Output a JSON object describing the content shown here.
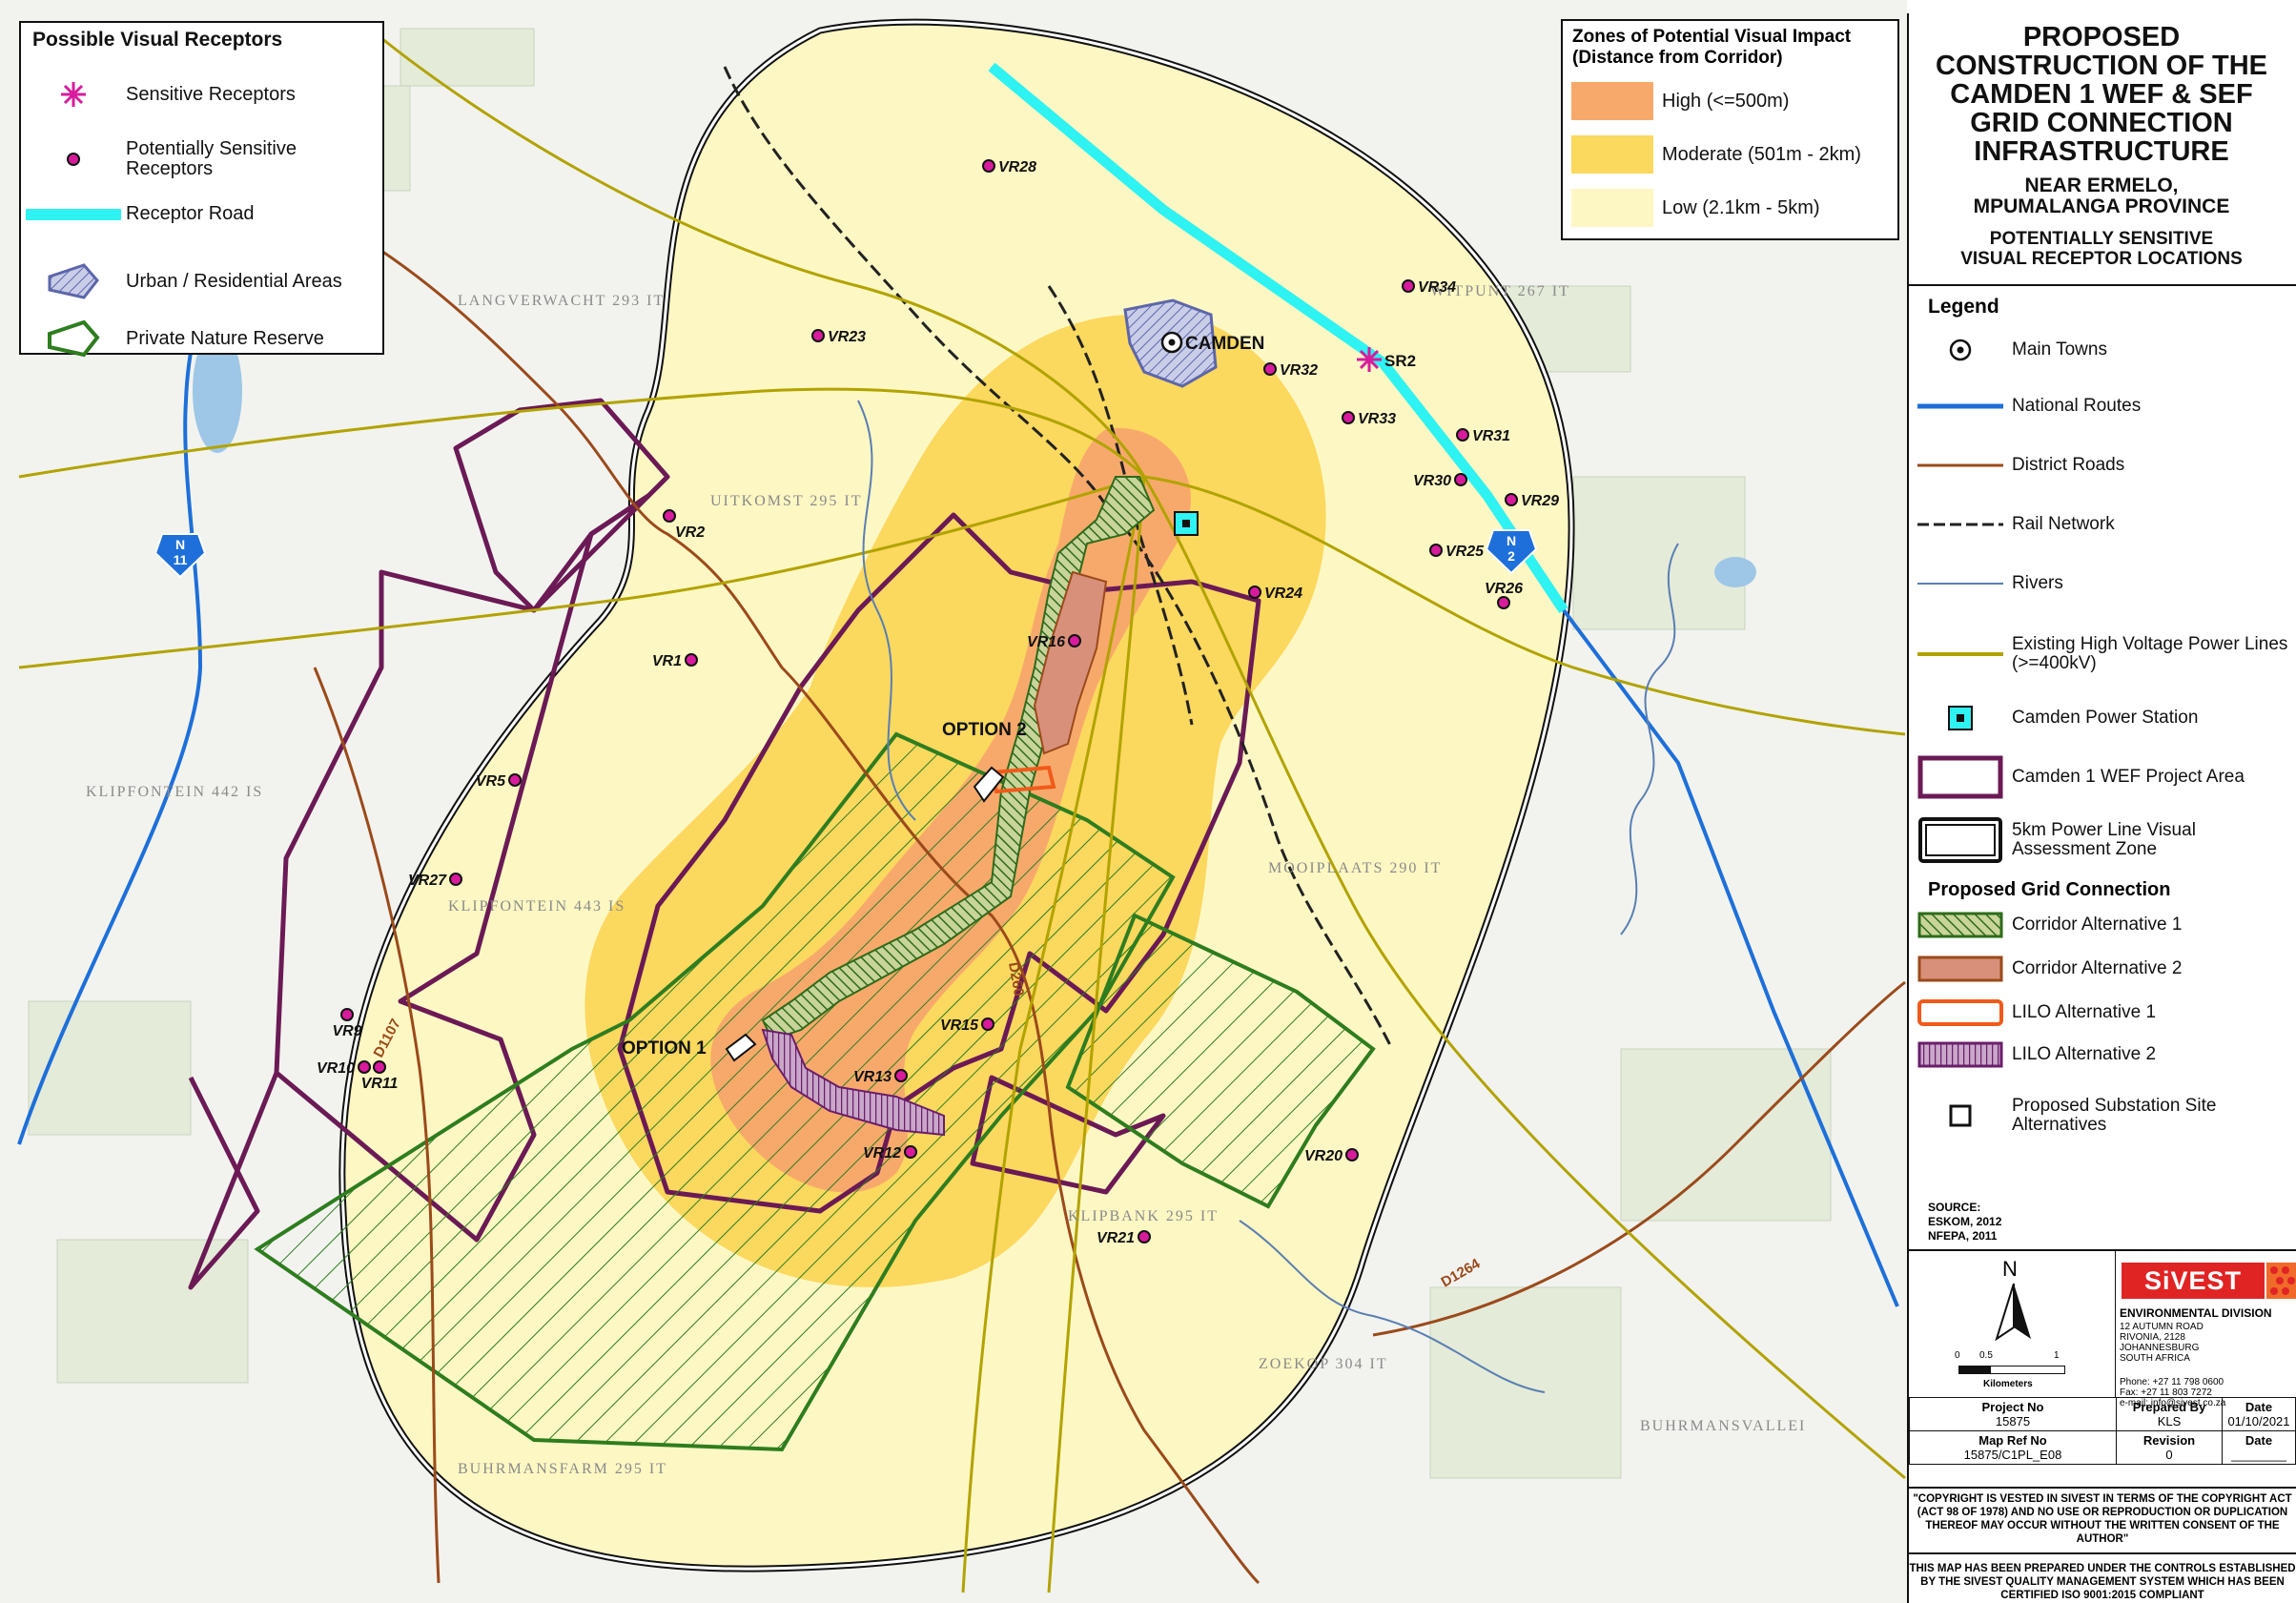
{
  "receptors_legend": {
    "title": "Possible Visual Receptors",
    "items": [
      {
        "label": "Sensitive Receptors",
        "icon": "asterisk-icon"
      },
      {
        "label": "Potentially Sensitive Receptors",
        "icon": "dot-icon"
      },
      {
        "label": "Receptor Road",
        "icon": "cyan-road-icon"
      },
      {
        "label": "Urban / Residential Areas",
        "icon": "urban-hatch-icon"
      },
      {
        "label": "Private Nature Reserve",
        "icon": "nature-reserve-icon"
      }
    ]
  },
  "zones_legend": {
    "title_line1": "Zones of Potential Visual Impact",
    "title_line2": "(Distance from Corridor)",
    "items": [
      {
        "label": "High (<=500m)",
        "color": "#f7a96b"
      },
      {
        "label": "Moderate (501m - 2km)",
        "color": "#fbd85e"
      },
      {
        "label": "Low (2.1km - 5km)",
        "color": "#fdf7c3"
      }
    ]
  },
  "panel": {
    "title_lines": [
      "PROPOSED",
      "CONSTRUCTION OF THE",
      "CAMDEN 1 WEF & SEF",
      "GRID CONNECTION",
      "INFRASTRUCTURE"
    ],
    "sub1_lines": [
      "NEAR ERMELO,",
      "MPUMALANGA PROVINCE"
    ],
    "sub2_lines": [
      "POTENTIALLY SENSITIVE",
      "VISUAL RECEPTOR LOCATIONS"
    ],
    "legend_title": "Legend",
    "legend": [
      {
        "label": "Main Towns"
      },
      {
        "label": "National Routes"
      },
      {
        "label": "District Roads"
      },
      {
        "label": "Rail Network"
      },
      {
        "label": "Rivers"
      },
      {
        "label": "Existing High Voltage Power Lines (>=400kV)"
      },
      {
        "label": "Camden Power Station"
      },
      {
        "label": "Camden 1 WEF Project Area"
      },
      {
        "label": "5km Power Line Visual Assessment Zone"
      }
    ],
    "grid_title": "Proposed Grid Connection",
    "grid_legend": [
      {
        "label": "Corridor Alternative 1"
      },
      {
        "label": "Corridor Alternative 2"
      },
      {
        "label": "LILO Alternative 1"
      },
      {
        "label": "LILO Alternative 2"
      },
      {
        "label": "Proposed Substation Site Alternatives"
      }
    ],
    "source_lines": [
      "SOURCE:",
      "ESKOM, 2012",
      "NFEPA, 2011"
    ],
    "north_label": "N",
    "scale_ticks": [
      "0",
      "0.5",
      "1"
    ],
    "scale_unit": "Kilometers",
    "company": "SiVEST",
    "division": "ENVIRONMENTAL DIVISION",
    "address_lines": [
      "12 AUTUMN ROAD",
      "RIVONIA, 2128",
      "JOHANNESBURG",
      "SOUTH AFRICA"
    ],
    "contact_lines": [
      "Phone: +27 11 798 0600",
      "Fax:     +27 11  803 7272",
      "e-mail: info@sivest.co.za"
    ],
    "project_no_label": "Project No",
    "project_no": "15875",
    "prepared_by_label": "Prepared By",
    "prepared_by": "KLS",
    "date_label": "Date",
    "date": "01/10/2021",
    "map_ref_label": "Map Ref No",
    "map_ref": "15875/C1PL_E08",
    "revision_label": "Revision",
    "revision": "0",
    "date2_label": "Date",
    "date2": "________",
    "copyright": "\"COPYRIGHT IS VESTED IN SIVEST IN TERMS OF THE COPYRIGHT ACT (ACT 98 OF 1978) AND NO USE OR REPRODUCTION OR DUPLICATION THEREOF MAY OCCUR WITHOUT THE WRITTEN CONSENT OF THE AUTHOR\"",
    "qms": "THIS MAP HAS BEEN PREPARED UNDER THE CONTROLS ESTABLISHED BY THE SIVEST QUALITY MANAGEMENT SYSTEM WHICH HAS BEEN CERTIFIED ISO 9001:2015 COMPLIANT"
  },
  "map_labels": {
    "town": "CAMDEN",
    "option1": "OPTION 1",
    "option2": "OPTION 2",
    "n11_letter": "N",
    "n11_num": "11",
    "n2_letter": "N",
    "n2_num": "2",
    "d1107": "D1107",
    "d260": "D260",
    "d1264": "D1264",
    "sr2": "SR2",
    "farm_langverwacht": "LANGVERWACHT 293 IT",
    "farm_uitkomst": "UITKOMST 295 IT",
    "farm_klipfontein": "KLIPFONTEIN 442 IS",
    "farm_mooiplaats": "MOOIPLAATS 290 IT",
    "farm_witpunt": "WITPUNT 267 IT",
    "farm_buhrmansvallei": "BUHRMANSVALLEI",
    "farm_zoekop": "ZOEKOP 304 IT",
    "farm_klipbank": "KLIPBANK 295 IT",
    "farm_klipfontein2": "KLIPFONTEIN 443 IS",
    "farm_buhrmansfarm": "BUHRMANSFARM 295 IT"
  },
  "receptors": [
    {
      "id": "VR28"
    },
    {
      "id": "VR23"
    },
    {
      "id": "VR34"
    },
    {
      "id": "VR32"
    },
    {
      "id": "VR33"
    },
    {
      "id": "VR31"
    },
    {
      "id": "VR30"
    },
    {
      "id": "VR29"
    },
    {
      "id": "VR25"
    },
    {
      "id": "VR26"
    },
    {
      "id": "VR2"
    },
    {
      "id": "VR24"
    },
    {
      "id": "VR16"
    },
    {
      "id": "VR1"
    },
    {
      "id": "VR5"
    },
    {
      "id": "VR27"
    },
    {
      "id": "VR9"
    },
    {
      "id": "VR10"
    },
    {
      "id": "VR11"
    },
    {
      "id": "VR15"
    },
    {
      "id": "VR13"
    },
    {
      "id": "VR12"
    },
    {
      "id": "VR20"
    },
    {
      "id": "VR21"
    }
  ]
}
